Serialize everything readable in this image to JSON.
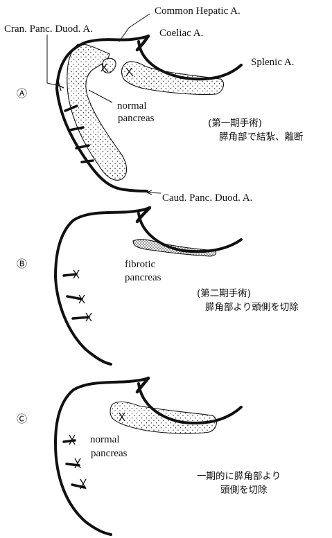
{
  "labels": {
    "common_hepatic": "Common Hepatic A.",
    "cran_panc_duod": "Cran. Panc. Duod. A.",
    "coeliac": "Coeliac A.",
    "splenic": "Splenic A.",
    "caud_panc_duod": "Caud. Panc. Duod. A.",
    "normal": "normal",
    "pancreas": "pancreas",
    "fibrotic": "fibrotic"
  },
  "panels": {
    "a": {
      "mark": "Ⓐ",
      "note_line1": "(第一期手術)",
      "note_line2": "膵角部で結紮、離断"
    },
    "b": {
      "mark": "Ⓑ",
      "note_line1": "(第二期手術)",
      "note_line2": "膵角部より頭側を切除"
    },
    "c": {
      "mark": "Ⓒ",
      "note_line1": "一期的に膵角部より",
      "note_line2": "頭側を切除"
    }
  }
}
